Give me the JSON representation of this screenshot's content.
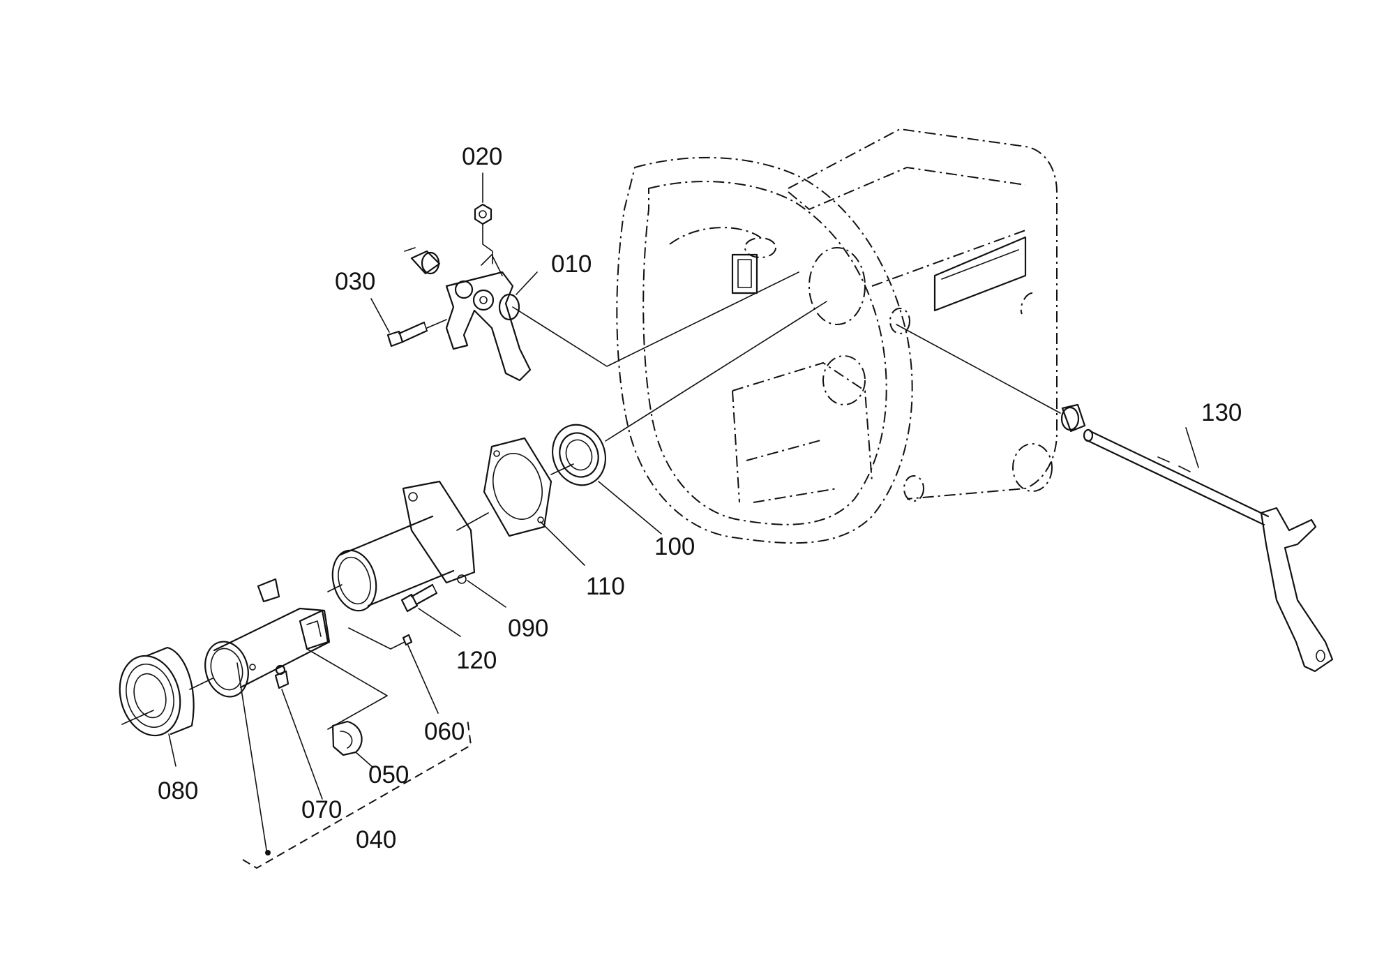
{
  "diagram": {
    "type": "exploded-parts-view",
    "callouts": {
      "p010": "010",
      "p020": "020",
      "p030": "030",
      "p040": "040",
      "p050": "050",
      "p060": "060",
      "p070": "070",
      "p080": "080",
      "p090": "090",
      "p100": "100",
      "p110": "110",
      "p120": "120",
      "p130": "130"
    }
  }
}
